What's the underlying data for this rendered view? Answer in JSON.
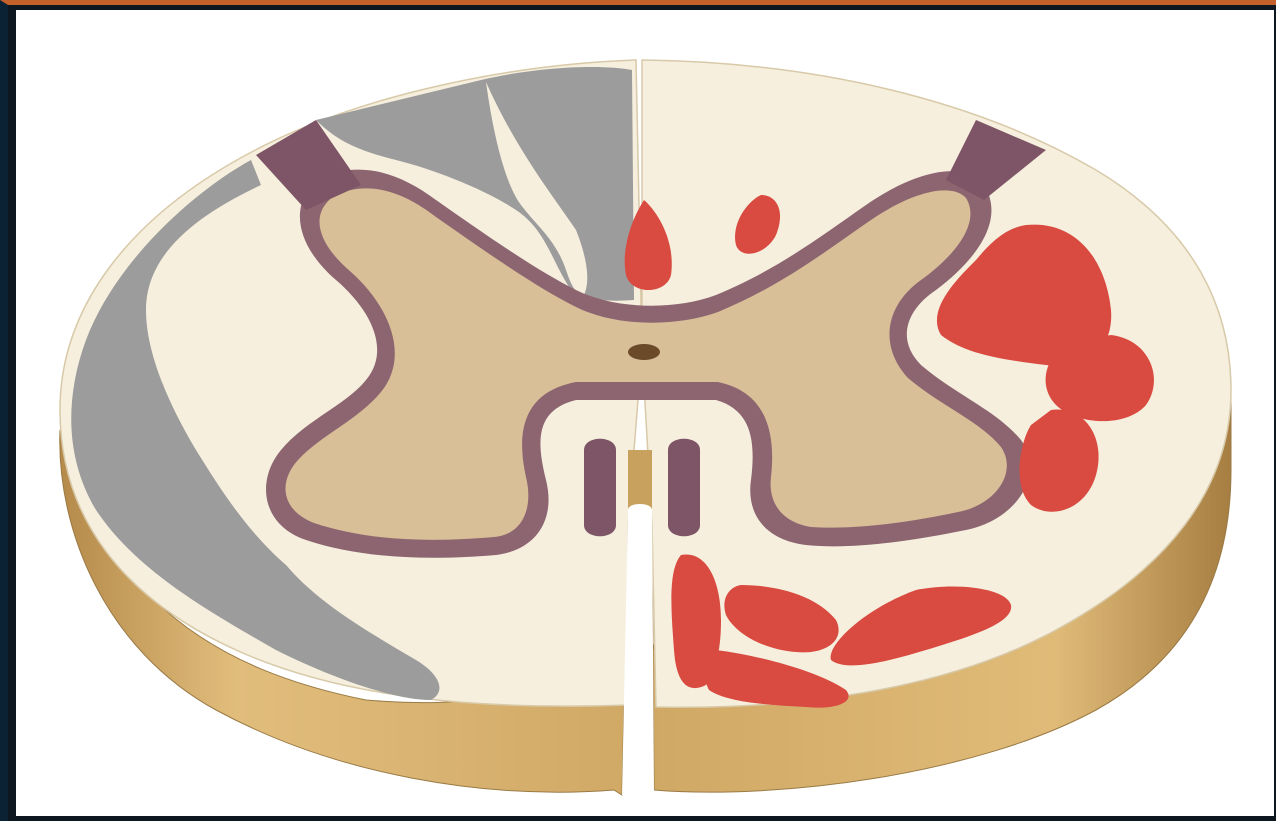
{
  "figure": {
    "kind": "spinal-cord-cross-section",
    "labels": []
  },
  "colors": {
    "frame_top": "#c4602a",
    "frame_left": "#0b2235",
    "white_matter": "#f6efde",
    "grey_matter": "#d9bf98",
    "grey_matter_outline": "#8c6570",
    "root_entry": "#7d5566",
    "ascending_tracts": "#9c9c9c",
    "descending_tracts": "#d94a40",
    "cut_side": "#c9a15e",
    "canal": "#6b4a2a"
  },
  "regions": [
    {
      "id": "posterior-columns",
      "color_role": "ascending_tracts"
    },
    {
      "id": "lateral-ascending-tracts",
      "color_role": "ascending_tracts"
    },
    {
      "id": "lateral-descending-tracts",
      "color_role": "descending_tracts"
    },
    {
      "id": "anterior-descending-tracts",
      "color_role": "descending_tracts"
    },
    {
      "id": "posterior-descending-tracts",
      "color_role": "descending_tracts"
    }
  ]
}
